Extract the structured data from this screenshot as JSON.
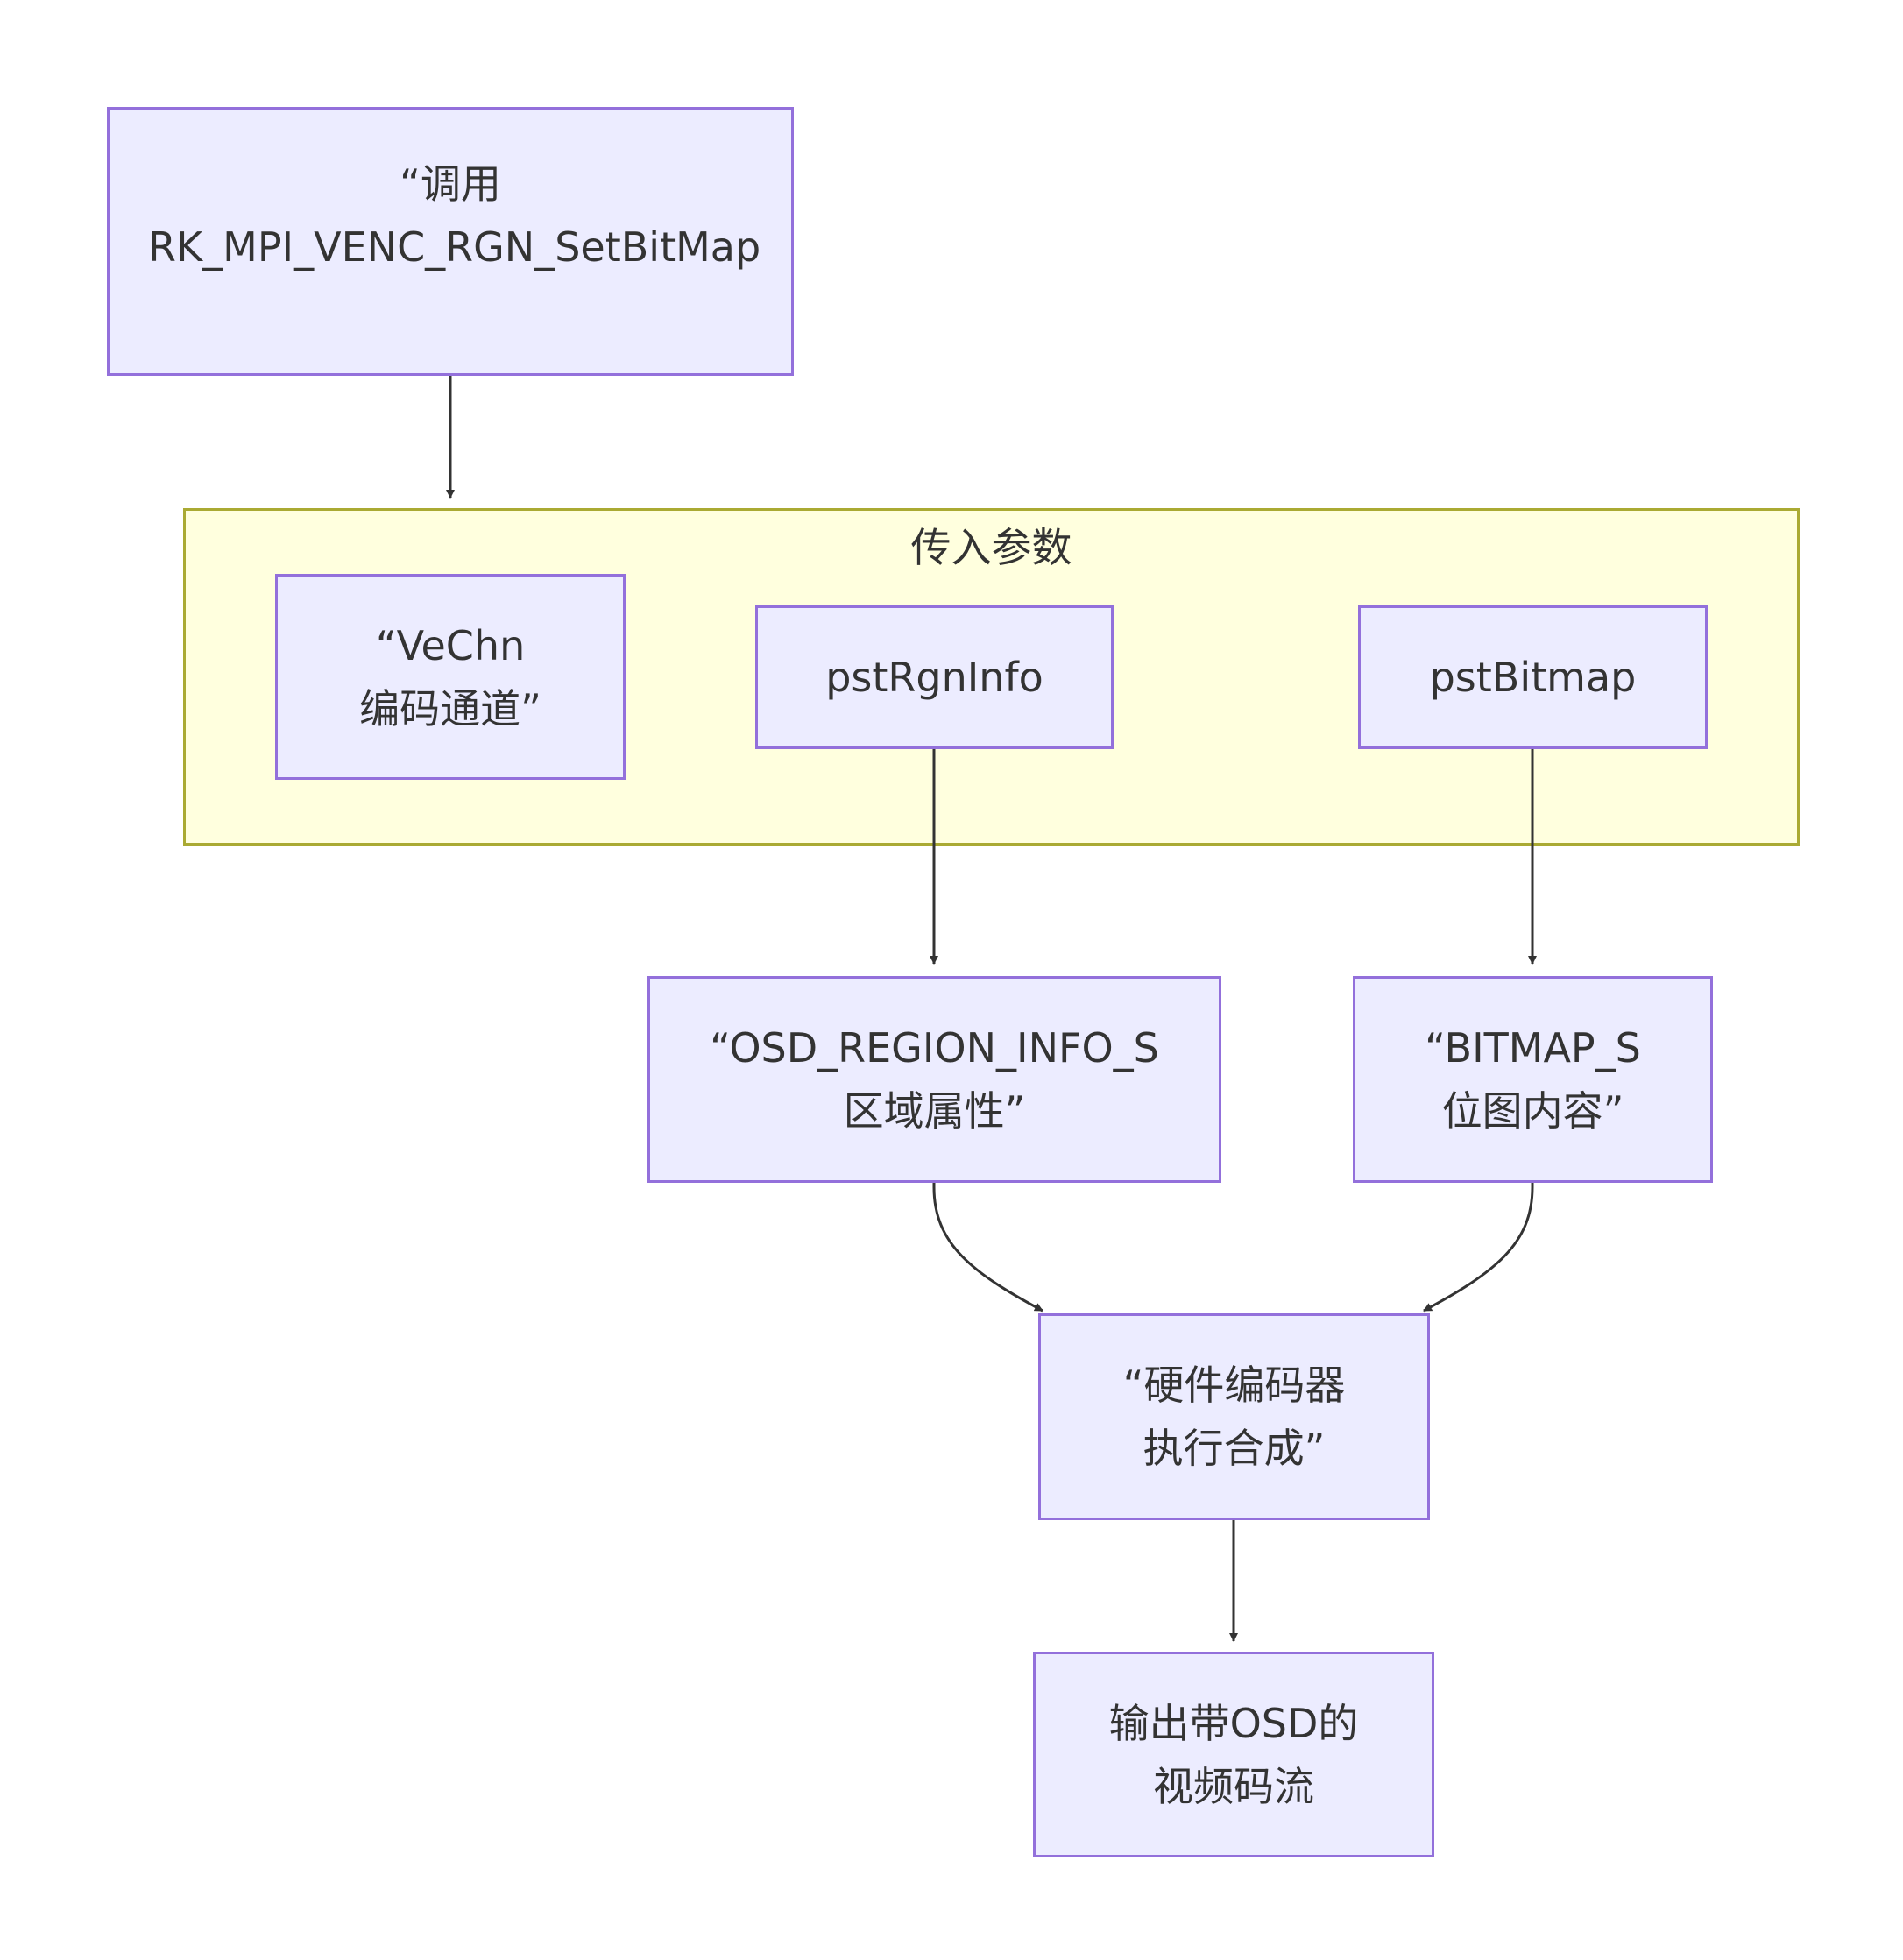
{
  "colors": {
    "node_fill": "#ececff",
    "node_stroke": "#9370db",
    "cluster_fill": "#ffffde",
    "cluster_stroke": "#aaaa33",
    "edge": "#333333",
    "text": "#333333"
  },
  "cluster": {
    "title": "传入参数"
  },
  "nodes": {
    "call": "“调用\nRK_MPI_VENC_RGN_SetBitMap”",
    "vechn": "“VeChn\n编码通道”",
    "rgninfo": "pstRgnInfo",
    "bitmap": "pstBitmap",
    "osd_region": "“OSD_REGION_INFO_S\n区域属性”",
    "bitmap_s": "“BITMAP_S\n位图内容”",
    "hw_encoder": "“硬件编码器\n执行合成”",
    "output": "输出带OSD的\n视频码流"
  },
  "edges": [
    {
      "from": "call",
      "to": "cluster"
    },
    {
      "from": "rgninfo",
      "to": "osd_region"
    },
    {
      "from": "bitmap",
      "to": "bitmap_s"
    },
    {
      "from": "osd_region",
      "to": "hw_encoder"
    },
    {
      "from": "bitmap_s",
      "to": "hw_encoder"
    },
    {
      "from": "hw_encoder",
      "to": "output"
    }
  ]
}
